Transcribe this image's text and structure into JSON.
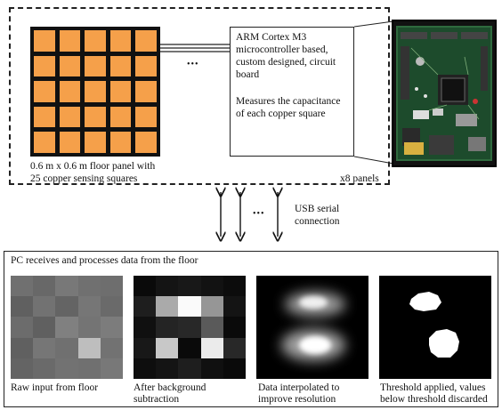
{
  "floor_panel": {
    "caption_line1": "0.6 m x 0.6 m floor panel with",
    "caption_line2": "25 copper sensing squares",
    "panels_count": "x8 panels",
    "square_color": "#f5a04a",
    "grid_rows": 5,
    "grid_cols": 5
  },
  "connector": {
    "ellipsis": "•••"
  },
  "board": {
    "line1": "ARM Cortex M3",
    "line2": "microcontroller based,",
    "line3": "custom designed, circuit",
    "line4": "board",
    "line5": "Measures the capacitance",
    "line6": "of each copper square"
  },
  "usb": {
    "ellipsis": "•••",
    "label_line1": "USB serial",
    "label_line2": "connection"
  },
  "pc": {
    "title": "PC receives and processes data from the floor",
    "stage1_line1": "Raw input from floor",
    "stage2_line1": "After background",
    "stage2_line2": "subtraction",
    "stage3_line1": "Data interpolated to",
    "stage3_line2": "improve resolution",
    "stage4_line1": "Threshold applied, values",
    "stage4_line2": "below threshold discarded"
  },
  "images": {
    "raw_grid": [
      [
        112,
        104,
        120,
        112,
        110
      ],
      [
        96,
        114,
        100,
        118,
        106
      ],
      [
        108,
        96,
        128,
        116,
        124
      ],
      [
        96,
        118,
        112,
        190,
        114
      ],
      [
        100,
        106,
        114,
        112,
        120
      ]
    ],
    "subtracted_grid": [
      [
        10,
        20,
        24,
        18,
        12
      ],
      [
        30,
        170,
        250,
        150,
        20
      ],
      [
        16,
        36,
        40,
        90,
        10
      ],
      [
        24,
        200,
        10,
        235,
        40
      ],
      [
        14,
        20,
        30,
        16,
        10
      ]
    ]
  }
}
